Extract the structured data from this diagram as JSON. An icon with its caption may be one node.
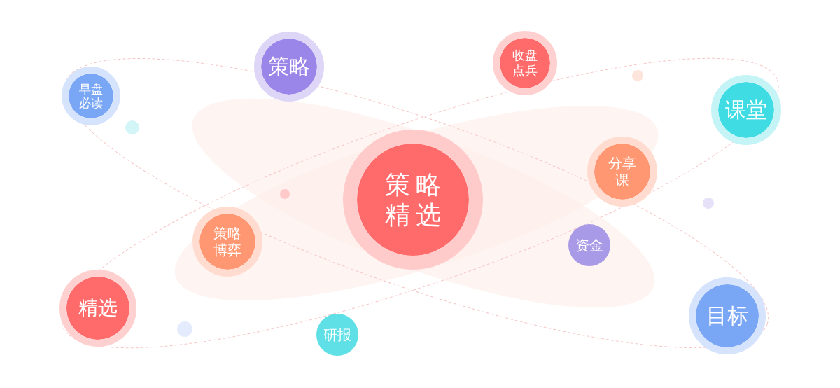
{
  "diagram": {
    "nodes": [
      {
        "text": [
          "策略"
        ]
      },
      {
        "text": [
          "收盘点兵"
        ]
      },
      {
        "text": [
          "早盘必读"
        ]
      },
      {
        "text": [
          "课堂"
        ]
      },
      {
        "text": [
          "分享课"
        ]
      },
      {
        "text": [
          "策略精选"
        ]
      },
      {
        "text": [
          "策略博弈"
        ]
      },
      {
        "text": [
          "资金"
        ]
      },
      {
        "text": [
          "精选"
        ]
      },
      {
        "text": [
          "目标"
        ]
      },
      {
        "text": [
          "研报"
        ]
      }
    ]
  }
}
